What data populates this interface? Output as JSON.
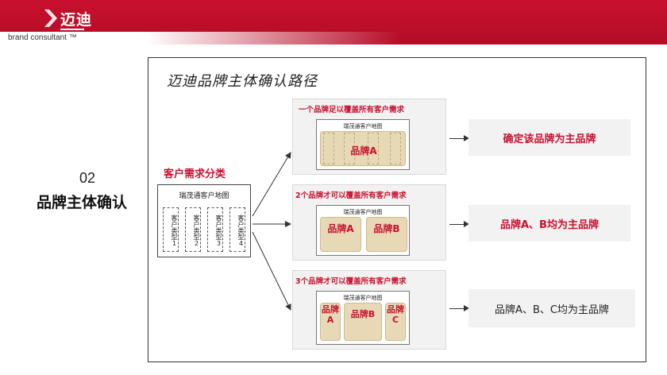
{
  "header": {
    "logo_name": "迈迪",
    "logo_sub": "brand consultant ™"
  },
  "section": {
    "number": "02",
    "title": "品牌主体确认"
  },
  "diagram": {
    "title": "迈迪品牌主体确认路径",
    "classify_label": "客户需求分类",
    "source_map": {
      "title": "瑞茂通客户地图",
      "segments": [
        "客户类型1",
        "客户类型2",
        "客户类型3",
        "客户类型4"
      ]
    },
    "scenarios": [
      {
        "label": "一个品牌足以覆盖所有客户需求",
        "map_title": "瑞茂通客户地图",
        "brands": [
          "品牌A"
        ],
        "result": "确定该品牌为主品牌"
      },
      {
        "label": "2个品牌才可以覆盖所有客户需求",
        "map_title": "瑞茂通客户地图",
        "brands": [
          "品牌A",
          "品牌B"
        ],
        "result": "品牌A、B均为主品牌"
      },
      {
        "label": "3个品牌才可以覆盖所有客户需求",
        "map_title": "瑞茂通客户地图",
        "brands": [
          "品牌A",
          "品牌B",
          "品牌C"
        ],
        "result": "品牌A、B、C均为主品牌"
      }
    ]
  },
  "colors": {
    "brand_red": "#c8102e",
    "brand_tan": "#e8d9b6",
    "panel_gray": "#f2f2f2"
  }
}
